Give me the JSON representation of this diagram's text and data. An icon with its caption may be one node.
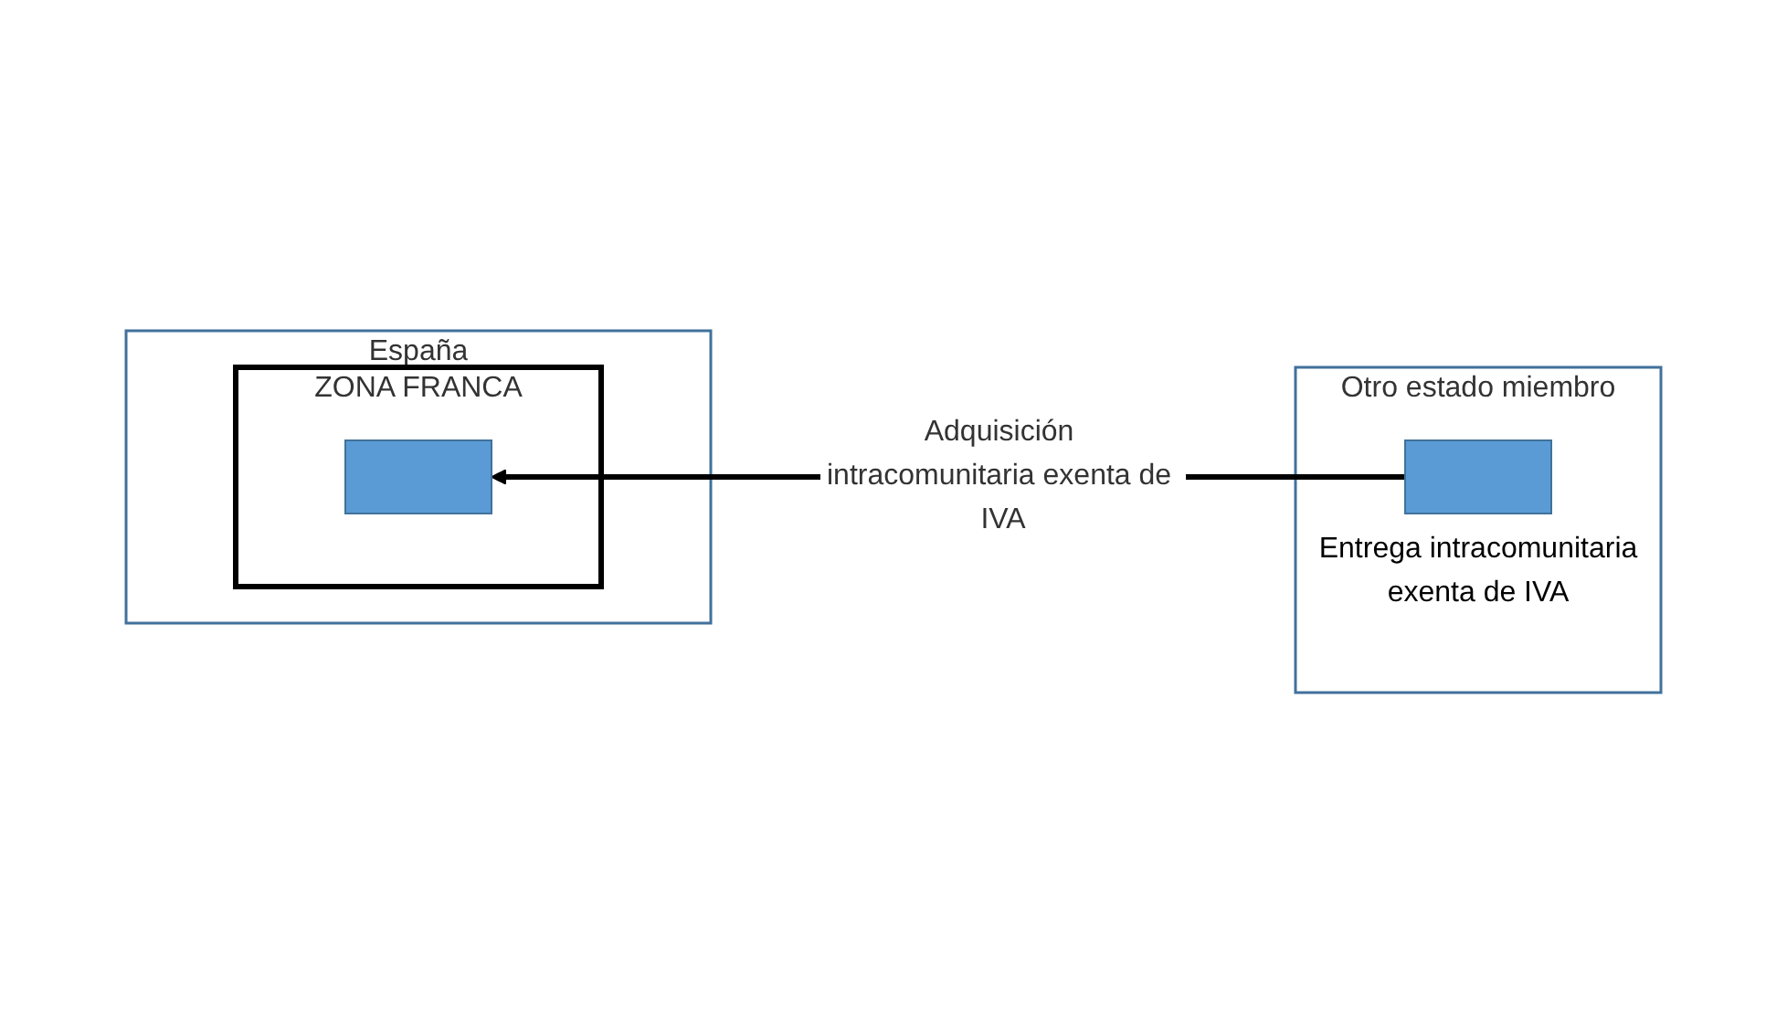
{
  "diagram": {
    "nodes": [
      {
        "text": [
          "España"
        ]
      },
      {
        "text": [
          "ZONA FRANCA"
        ],
        "in": 0
      },
      {
        "text": [],
        "shape": "box",
        "in": 1
      },
      {
        "text": [
          "Otro estado miembro"
        ]
      },
      {
        "text": [],
        "shape": "box",
        "in": 3,
        "beside": [
          "Entrega intracomunitaria exenta de IVA"
        ]
      }
    ],
    "edges": [
      {
        "from": 4,
        "to": 2,
        "arrow": "to",
        "label": "Adquisición intracomunitaria exenta de IVA"
      }
    ]
  }
}
